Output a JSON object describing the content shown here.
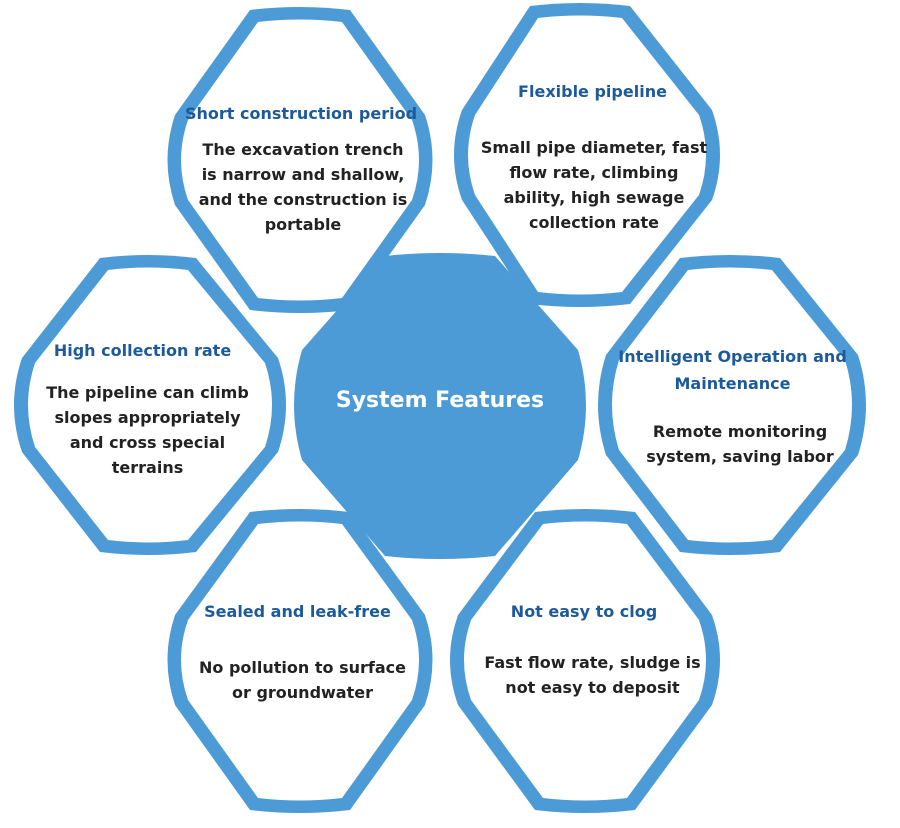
{
  "center": {
    "title": "System Features"
  },
  "features": {
    "short_construction": {
      "title": "Short construction period",
      "desc": "The excavation trench is narrow and shallow, and the construction is portable"
    },
    "flexible_pipeline": {
      "title": "Flexible pipeline",
      "desc": "Small pipe diameter, fast flow rate, climbing ability, high sewage collection rate"
    },
    "high_collection": {
      "title": "High collection rate",
      "desc": "The pipeline can climb slopes appropriately and cross special terrains"
    },
    "intelligent_operation": {
      "title": "Intelligent Operation and Maintenance",
      "desc": "Remote monitoring system, saving labor"
    },
    "sealed": {
      "title": "Sealed and leak-free",
      "desc": "No pollution to surface or groundwater"
    },
    "not_clog": {
      "title": "Not easy to clog",
      "desc": "Fast flow rate, sludge is not easy to deposit"
    }
  },
  "colors": {
    "hex_border": "#4d9bd6",
    "title_text": "#1d5a9a",
    "body_text": "#222222"
  }
}
